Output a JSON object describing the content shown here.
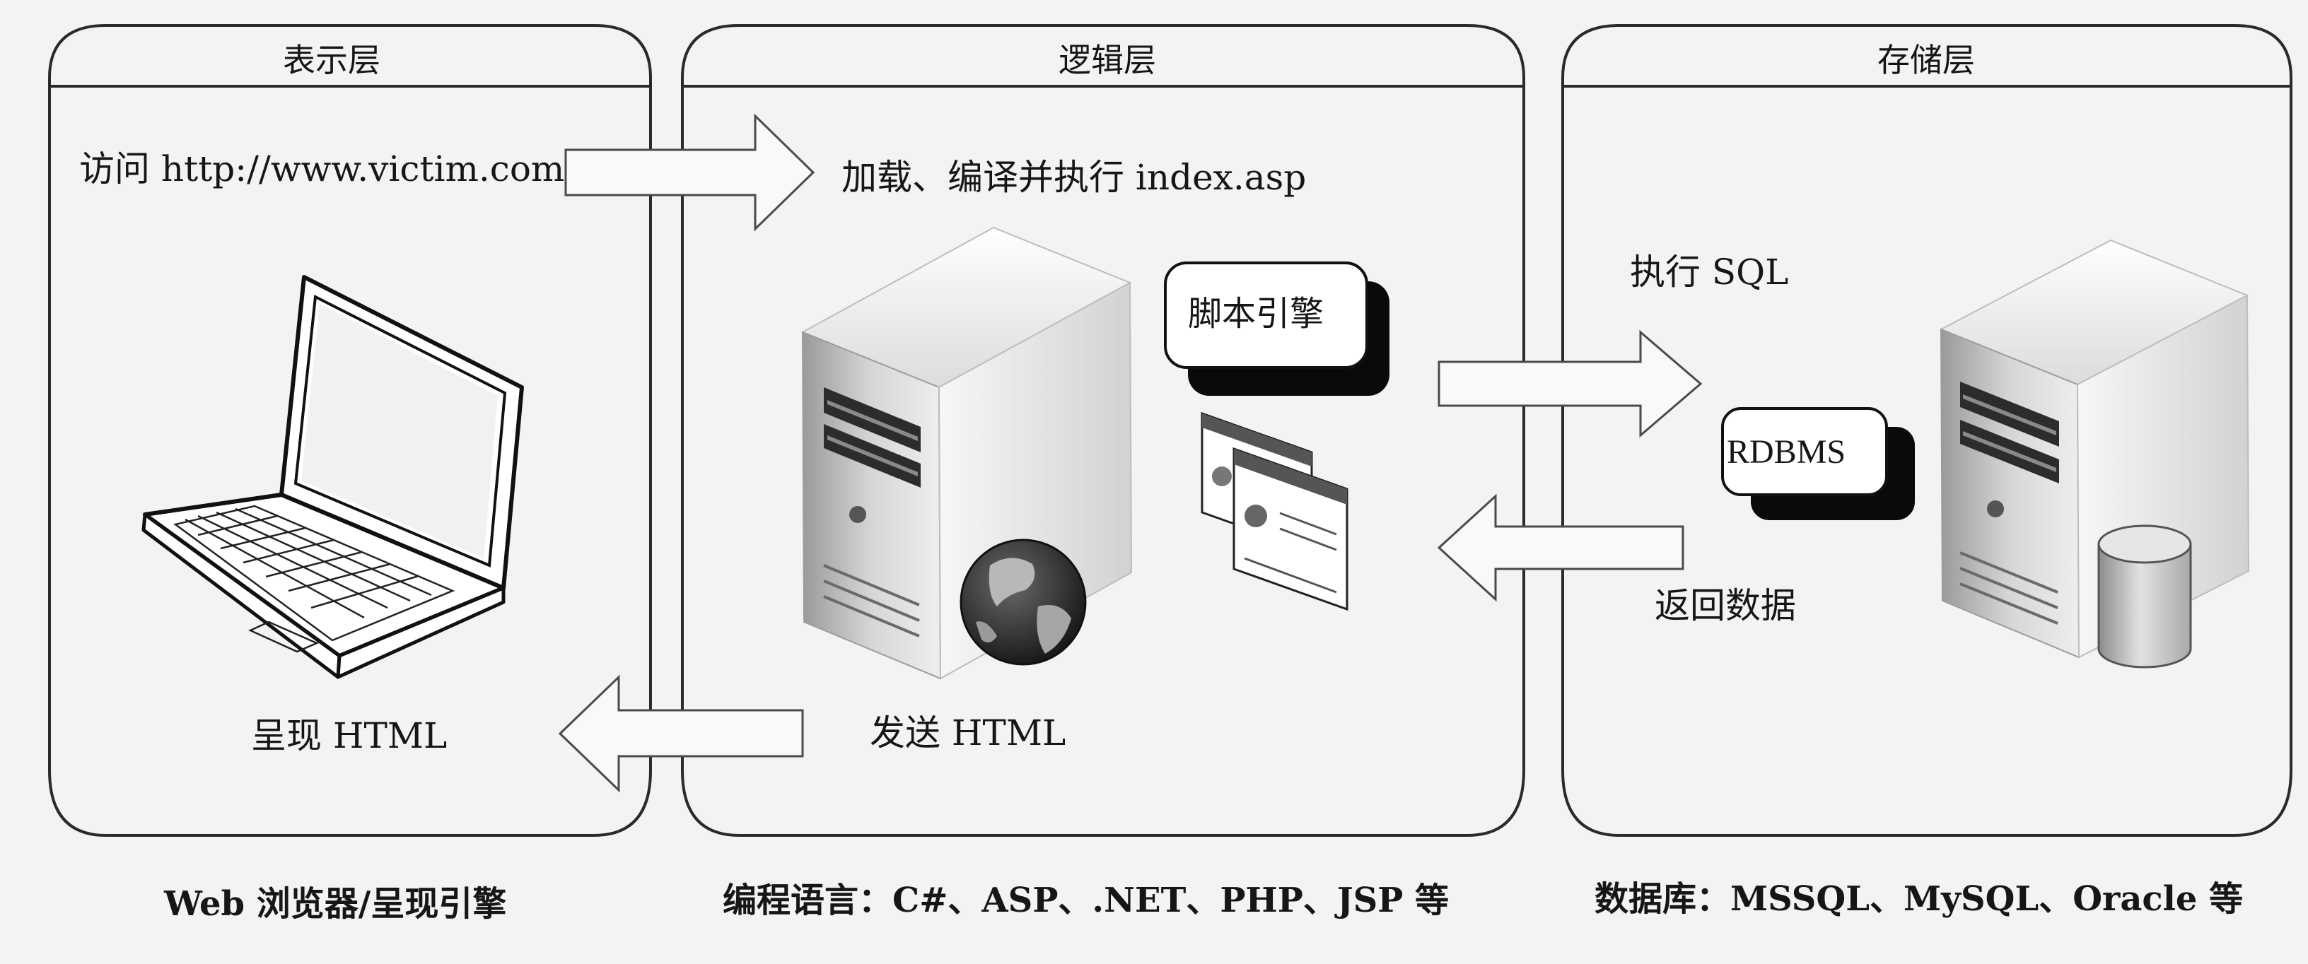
{
  "tiers": [
    {
      "title": "表示层",
      "caption": "Web 浏览器/呈现引擎"
    },
    {
      "title": "逻辑层",
      "caption": "编程语言：C#、ASP、.NET、PHP、JSP 等"
    },
    {
      "title": "存储层",
      "caption": "数据库：MSSQL、MySQL、Oracle 等"
    }
  ],
  "flows": {
    "visit": "访问 http://www.victim.com",
    "load": "加载、编译并执行 index.asp",
    "exec_sql": "执行 SQL",
    "return_data": "返回数据",
    "send_html": "发送 HTML",
    "render_html": "呈现 HTML"
  },
  "components": {
    "script_engine": "脚本引擎",
    "rdbms": "RDBMS"
  },
  "icons": [
    "laptop-icon",
    "web-server-icon",
    "globe-icon",
    "script-pages-icon",
    "database-server-icon",
    "cylinder-icon"
  ]
}
